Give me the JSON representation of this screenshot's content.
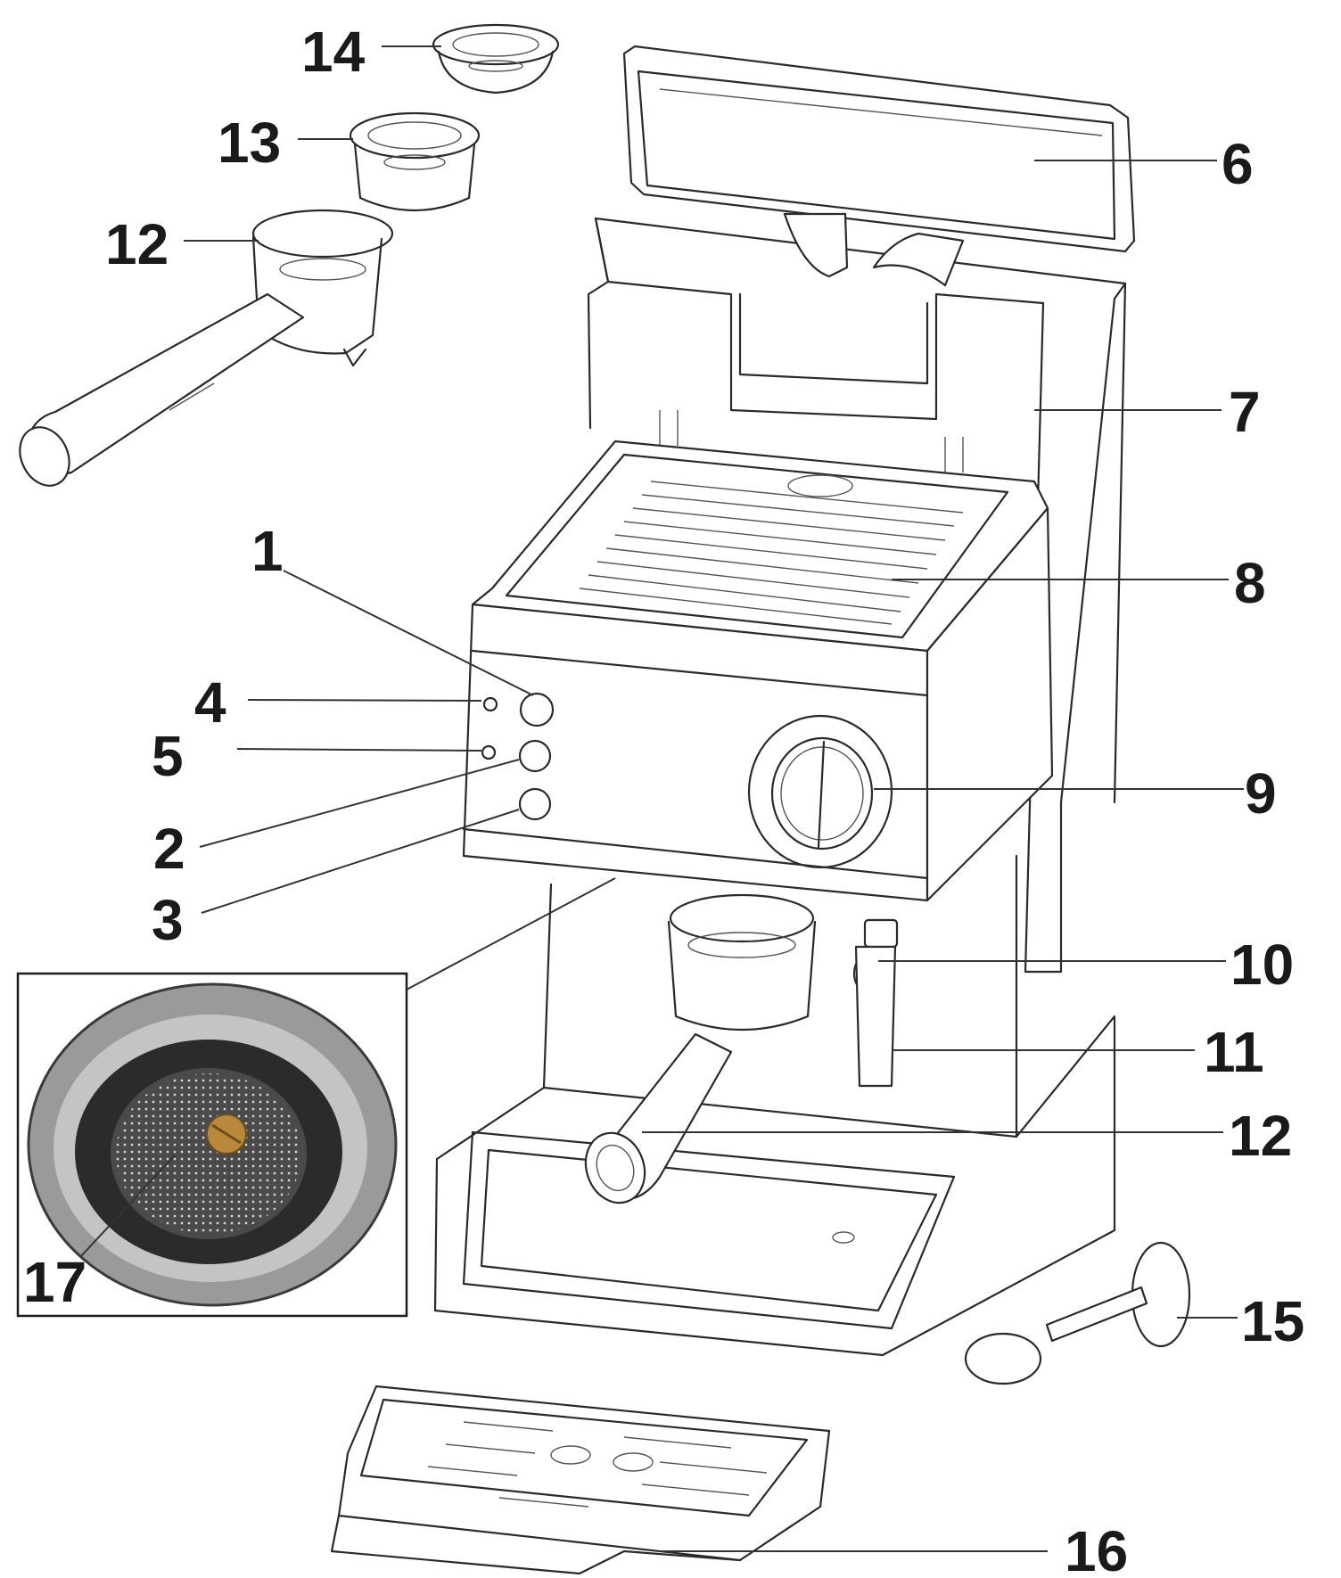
{
  "callouts": [
    {
      "id": "1",
      "label": "1"
    },
    {
      "id": "2",
      "label": "2"
    },
    {
      "id": "3",
      "label": "3"
    },
    {
      "id": "4",
      "label": "4"
    },
    {
      "id": "5",
      "label": "5"
    },
    {
      "id": "6",
      "label": "6"
    },
    {
      "id": "7",
      "label": "7"
    },
    {
      "id": "8",
      "label": "8"
    },
    {
      "id": "9",
      "label": "9"
    },
    {
      "id": "10",
      "label": "10"
    },
    {
      "id": "11",
      "label": "11"
    },
    {
      "id": "12a",
      "label": "12"
    },
    {
      "id": "12b",
      "label": "12"
    },
    {
      "id": "13",
      "label": "13"
    },
    {
      "id": "14",
      "label": "14"
    },
    {
      "id": "15",
      "label": "15"
    },
    {
      "id": "16",
      "label": "16"
    },
    {
      "id": "17",
      "label": "17"
    }
  ],
  "colors": {
    "ink": "#2a2a2a",
    "photo_metal": "#9a9a9a",
    "photo_dark": "#2b2b2b",
    "screw_brass": "#b8893a"
  }
}
